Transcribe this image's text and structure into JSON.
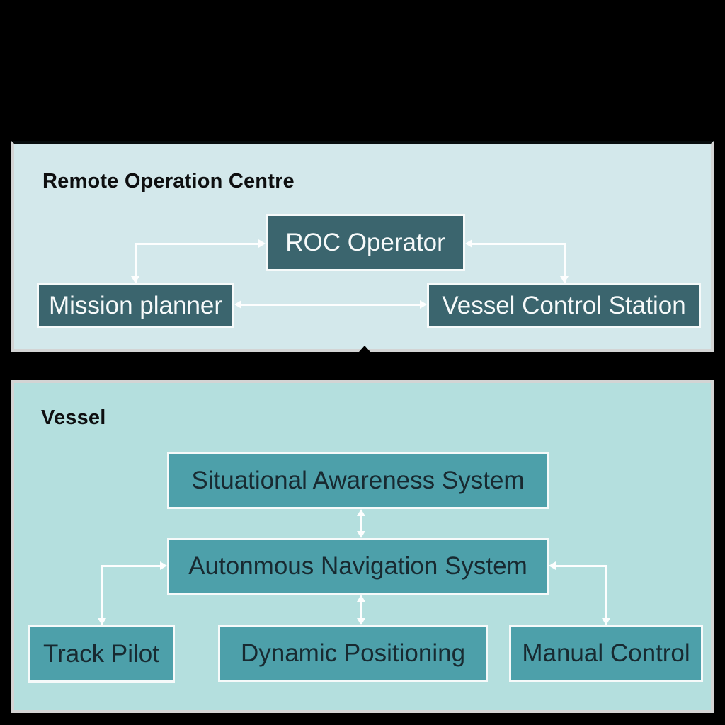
{
  "colors": {
    "background": "#000000",
    "panel_top_bg": "#d3e8eb",
    "panel_bottom_bg": "#b4dfde",
    "panel_border": "#d3d4d4",
    "box_dark_fill": "#3b656e",
    "box_medium_fill": "#4da0aa",
    "box_border": "#f6fafa",
    "box_dark_text": "#f7fafa",
    "box_medium_text": "#182a31",
    "heading_text": "#0e0f10",
    "connector": "#fdfefe",
    "connector_dark": "#000000"
  },
  "roc_panel": {
    "title": "Remote Operation Centre",
    "boxes": {
      "roc_operator": "ROC Operator",
      "mission_planner": "Mission planner",
      "vessel_control_station": "Vessel Control Station"
    }
  },
  "vessel_panel": {
    "title": "Vessel",
    "boxes": {
      "situational_awareness": "Situational Awareness System",
      "autonomous_navigation": "Autonmous Navigation System",
      "track_pilot": "Track Pilot",
      "dynamic_positioning": "Dynamic Positioning",
      "manual_control": "Manual Control"
    }
  }
}
